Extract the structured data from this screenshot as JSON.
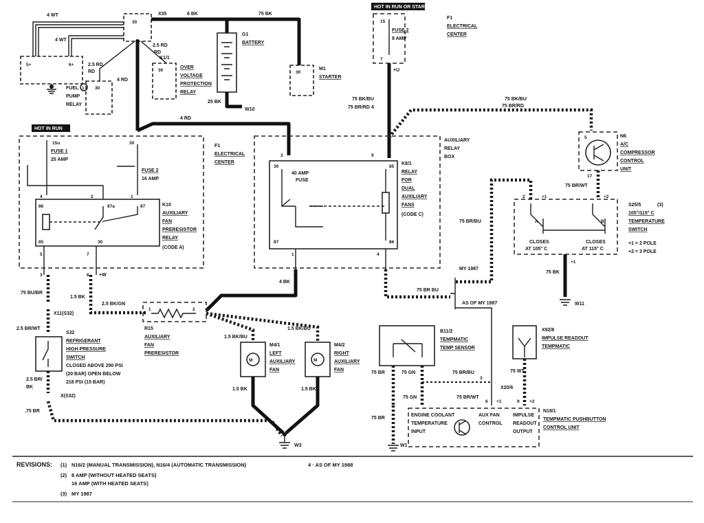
{
  "hot_labels": {
    "run_or_start": "HOT IN RUN OR START",
    "run": "HOT IN RUN"
  },
  "components": {
    "battery": {
      "id": "G1",
      "name": "BATTERY"
    },
    "starter": {
      "id": "M1",
      "name": "STARTER"
    },
    "overvoltage_relay": {
      "id": "K1/1",
      "line1": "OVER",
      "line2": "VOLTAGE",
      "line3": "PROTECTION",
      "line4": "RELAY"
    },
    "fuel_pump_relay": {
      "line1": "FUEL",
      "line2": "PUMP",
      "line3": "RELAY"
    },
    "fuse_box_top": {
      "id": "F1",
      "line1": "ELECTRICAL",
      "line2": "CENTER"
    },
    "fuse_box_left": {
      "id": "F1",
      "line1": "ELECTRICAL",
      "line2": "CENTER"
    },
    "fuse1": {
      "name": "FUSE 1",
      "rating": "25 AMP"
    },
    "fuse2_top": {
      "name": "FUSE 2",
      "rating": "8 AMP"
    },
    "fuse2_left": {
      "name": "FUSE 2",
      "rating": "16 AMP"
    },
    "k10": {
      "id": "K10",
      "line1": "AUXILIARY",
      "line2": "FAN",
      "line3": "PRERESISTOR",
      "line4": "RELAY",
      "note": "(CODE A)"
    },
    "aux_relay_box": {
      "line1": "AUXILIARY",
      "line2": "RELAY",
      "line3": "BOX"
    },
    "k8_1": {
      "id": "K8/1",
      "line1": "RELAY",
      "line2": "FOR",
      "line3": "DUAL",
      "line4": "AUXILIARY",
      "line5": "FANS",
      "note": "(CODE C)",
      "fuse": "40 AMP",
      "fuse_label": "FUSE"
    },
    "n6": {
      "id": "N6",
      "line1": "A/C",
      "line2": "COMPRESSOR",
      "line3": "CONTROL",
      "line4": "UNIT"
    },
    "s25": {
      "id": "S25/5",
      "id_note": "(3)",
      "line1": "105°/115° C",
      "line2": "TEMPERATURE",
      "line3": "SWITCH",
      "closes_a": "CLOSES",
      "closes_a2": "AT 105° C",
      "closes_b": "CLOSES",
      "closes_b2": "AT 115° C",
      "pole1": "+1 = 2 POLE",
      "pole2": "+2 = 3 POLE"
    },
    "r15": {
      "id": "R15",
      "line1": "AUXILIARY",
      "line2": "FAN",
      "line3": "PRERESISTOR"
    },
    "m4_1": {
      "id": "M4/1",
      "line1": "LEFT",
      "line2": "AUXILIARY",
      "line3": "FAN"
    },
    "m4_2": {
      "id": "M4/2",
      "line1": "RIGHT",
      "line2": "AUXILIARY",
      "line3": "FAN"
    },
    "s32": {
      "id": "S32",
      "line1": "REFRIGERANT",
      "line2": "HIGH PRESSURE",
      "line3": "SWITCH",
      "line4": "CLOSED ABOVE 290 PSI",
      "line5": "(20 BAR) OPEN BELOW",
      "line6": "218 PSI (15 BAR)"
    },
    "b11": {
      "id": "B11/2",
      "line1": "TEMPMATIC",
      "line2": "TEMP SENSOR"
    },
    "x92": {
      "id": "X92/8",
      "line1": "IMPULSE READOUT",
      "line2": "TEMPMATIC"
    },
    "n18": {
      "id": "N18/1",
      "line1": "TEMPMATIC PUSHBUTTON",
      "line2": "CONTROL UNIT",
      "in1": "ENGINE COOLANT",
      "in2": "TEMPERATURE",
      "in3": "INPUT",
      "aux1": "AUX FAN",
      "aux2": "CONTROL",
      "imp1": "IMPULSE",
      "imp2": "READOUT",
      "imp3": "OUTPUT"
    }
  },
  "connectors": {
    "x35": "X35",
    "x11": "X11(S32)",
    "x12": "X(S32)",
    "x20": "X20/6",
    "my1987": "MY 1987",
    "asofmy": "AS OF MY 1987",
    "plus_u": "+U",
    "plus_w": "+W"
  },
  "grounds": {
    "w10": "W10",
    "w11": "W11",
    "w3": "W3",
    "w1": "W1"
  },
  "wires": {
    "w4wt_a": "4 WT",
    "w4wt_b": "4 WT",
    "w6bk": "6 BK",
    "w75bk_top": "75 BK",
    "w25rd": "2.5 RD",
    "w25rd_b": "2.5 RD",
    "w4rd": "4 RD",
    "w4rd_b": "4 RD",
    "w25bk_batt": "25 BK",
    "w75bkbu": "75 BK/BU",
    "w75brrd": "75 BR/RD",
    "w75bkbu_b": "75 BK/BU",
    "w75brrd_b": "75 BR/RD",
    "w75brwt": "75 BR/WT",
    "w75brbu": "75 BR/BU",
    "w75bk_s25": "75 BK",
    "w75brbu_b": "75 BR BU",
    "w75bubr": "75 BU/BR",
    "w15bk": "1.5 BK",
    "w25bkgn": "2.5 BK/GN",
    "w4bk": "4 BK",
    "w25brwt": "2.5 BR/WT",
    "w25br_bk": "2.5 BR/",
    "w25br_bk2": "BK",
    "w75br": ".75 BR",
    "w15bkbu_a": "1.5 BK/BU",
    "w15bkbu_b": "1.5 BK/BU",
    "w15bk_a": "1.5 BK",
    "w15bk_b": "1.5 BK",
    "w75br_b": "75 BR",
    "w75gn": "75 GN",
    "w75gn_b": "75 GN",
    "w75brbu_c": "75 BR/BU",
    "w75wt": "75 WT",
    "w75brwt_b": "75 BR/WT",
    "w75br_c": "75 BR",
    "code4": "4"
  },
  "revisions": {
    "title": "REVISIONS:",
    "r1_num": "(1)",
    "r1_text": "N16/2 (MANUAL TRANSMISSION), N16/4 (AUTOMATIC TRANSMISSION)",
    "r4_text": "4 · AS OF MY 1988",
    "r2_num": "(2)",
    "r2_text_a": "8 AMP (WITHOUT HEATED SEATS)",
    "r2_text_b": "16 AMP (WITH HEATED SEATS)",
    "r3_num": "(3)",
    "r3_text": "MY 1987"
  }
}
